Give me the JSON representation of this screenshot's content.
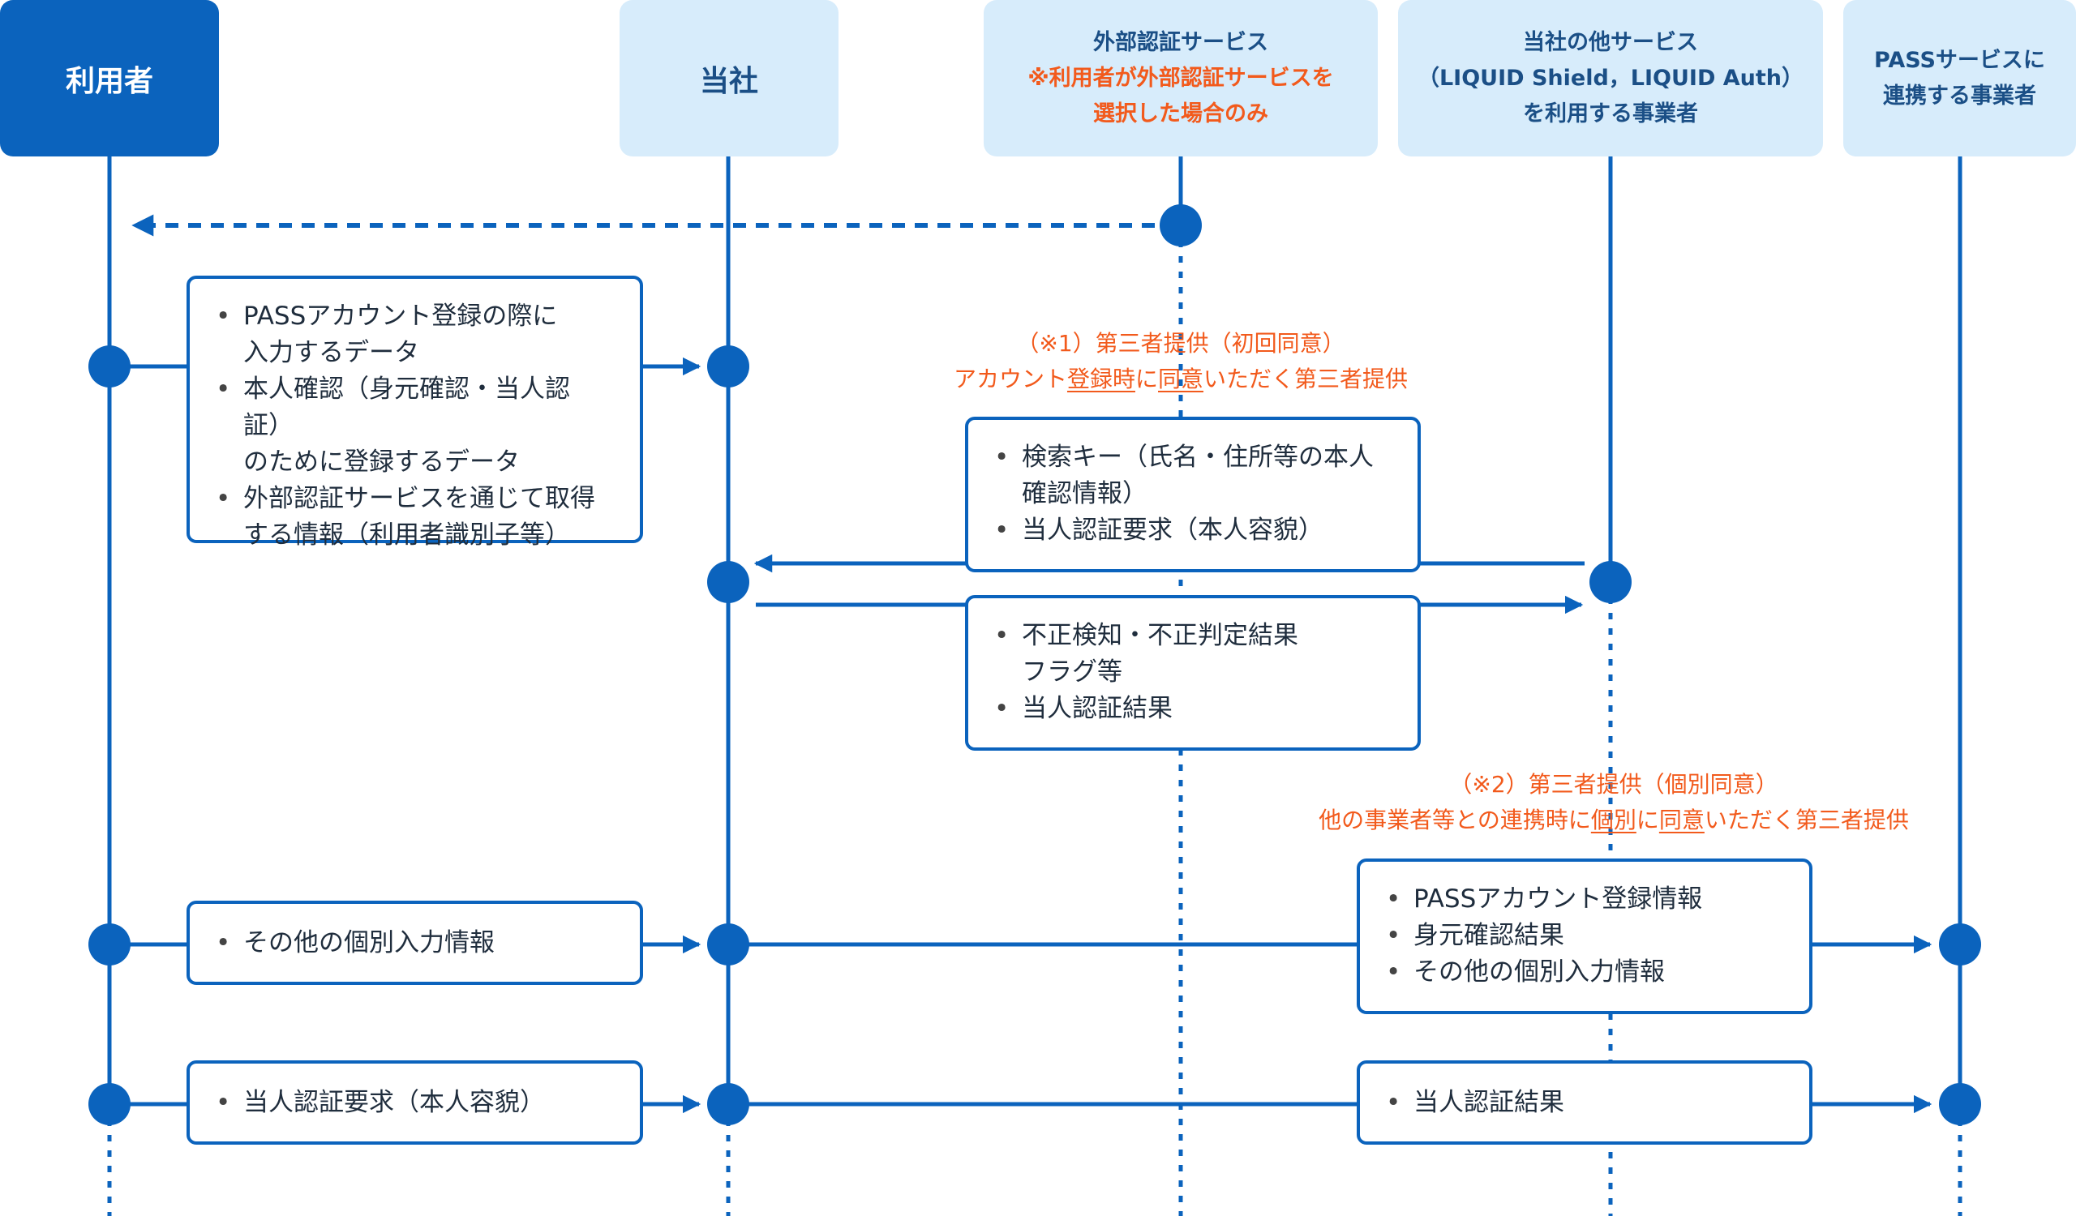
{
  "actors": {
    "user": "利用者",
    "company": "当社",
    "external_auth": {
      "title": "外部認証サービス",
      "note_line1": "※利用者が外部認証サービスを",
      "note_line2": "選択した場合のみ"
    },
    "other_services": {
      "line1": "当社の他サービス",
      "line2": "（LIQUID Shield，LIQUID Auth）",
      "line3": "を利用する事業者"
    },
    "pass_partners": {
      "line1": "PASSサービスに",
      "line2": "連携する事業者"
    }
  },
  "boxes": {
    "registration": [
      {
        "line1": "PASSアカウント登録の際に",
        "line2": "入力するデータ"
      },
      {
        "line1": "本人確認（身元確認・当人認証）",
        "line2": "のために登録するデータ"
      },
      {
        "line1": "外部認証サービスを通じて取得",
        "line2": "する情報（利用者識別子等）"
      }
    ],
    "search_request": [
      {
        "line1": "検索キー（氏名・住所等の本人",
        "line2": "確認情報）"
      },
      {
        "line1": "当人認証要求（本人容貌）",
        "line2": ""
      }
    ],
    "fraud_result": [
      {
        "line1": "不正検知・不正判定結果",
        "line2": "フラグ等"
      },
      {
        "line1": "当人認証結果",
        "line2": ""
      }
    ],
    "other_input": "その他の個別入力情報",
    "pass_info": [
      "PASSアカウント登録情報",
      "身元確認結果",
      "その他の個別入力情報"
    ],
    "auth_request": "当人認証要求（本人容貌）",
    "auth_result": "当人認証結果"
  },
  "notes": {
    "note1": {
      "title": "（※1）第三者提供（初回同意）",
      "pre": "アカウント",
      "u1": "登録時",
      "mid": "に",
      "u2": "同意",
      "post": "いただく第三者提供"
    },
    "note2": {
      "title": "（※2）第三者提供（個別同意）",
      "pre": "他の事業者等との連携時に",
      "u1": "個別",
      "mid": "に",
      "u2": "同意",
      "post": "いただく第三者提供"
    }
  },
  "colors": {
    "primary": "#0b63bd",
    "header_light": "#d7ecfb",
    "header_text": "#1b4f86",
    "note": "#f25a1c",
    "text": "#1f2d3d"
  }
}
